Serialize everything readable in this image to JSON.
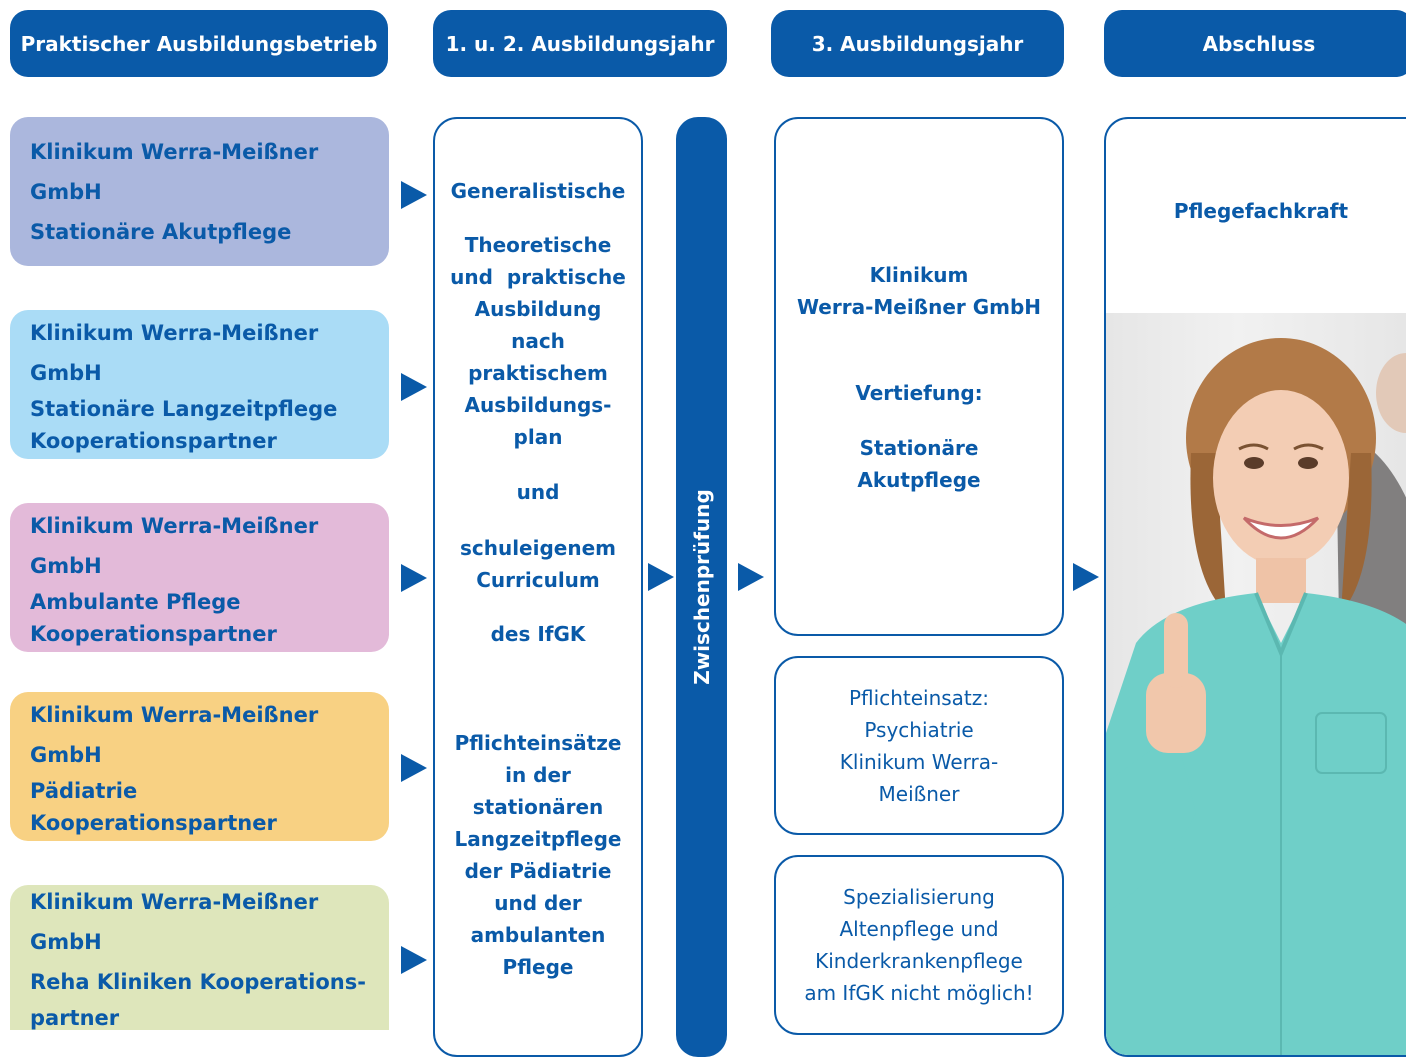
{
  "headers": [
    "Praktischer Ausbildungsbetrieb",
    "1. u. 2. Ausbildungsjahr",
    "3. Ausbildungsjahr",
    "Abschluss"
  ],
  "betriebe": [
    {
      "title": "Klinikum Werra-Meißner GmbH",
      "lines": [
        "Stationäre Akutpflege"
      ],
      "color": "#abb7dd"
    },
    {
      "title": "Klinikum Werra-Meißner GmbH",
      "lines": [
        "Stationäre Langzeitpflege",
        "Kooperationspartner"
      ],
      "color": "#aadcf6"
    },
    {
      "title": "Klinikum Werra-Meißner GmbH",
      "lines": [
        "Ambulante Pflege",
        "Kooperationspartner"
      ],
      "color": "#e3bad9"
    },
    {
      "title": "Klinikum Werra-Meißner GmbH",
      "lines": [
        "Pädiatrie",
        "Kooperationspartner"
      ],
      "color": "#f8d183"
    },
    {
      "title": "Klinikum Werra-Meißner GmbH",
      "lines": [
        "Reha Kliniken Kooperations-",
        "partner"
      ],
      "color": "#dee6bb"
    }
  ],
  "jahr12": {
    "generalistische": "Generalistische",
    "ausbildung_lines": [
      "Theoretische",
      "und  praktische",
      "Ausbildung",
      "nach",
      "praktischem",
      "Ausbildungs-",
      "plan"
    ],
    "und": "und",
    "curriculum_lines": [
      "schuleigenem",
      "Curriculum"
    ],
    "ifgk": "des IfGK",
    "einsaetze_lines": [
      "Pflichteinsätze",
      "in der",
      "stationären",
      "Langzeitpflege",
      "der Pädiatrie",
      "und der",
      "ambulanten",
      "Pflege"
    ]
  },
  "zwischenpruefung": "Zwischenprüfung",
  "jahr3": {
    "main_lines": [
      "Klinikum",
      "Werra-Meißner GmbH"
    ],
    "vertiefung": "Vertiefung:",
    "vertiefung_lines": [
      "Stationäre",
      "Akutpflege"
    ],
    "pflicht_lines": [
      "Pflichteinsatz:",
      "Psychiatrie",
      "Klinikum Werra-",
      "Meißner"
    ],
    "spezial_lines": [
      "Spezialisierung",
      "Altenpflege und",
      "Kinderkrankenpflege",
      "am IfGK nicht möglich!"
    ]
  },
  "abschluss": {
    "title": "Pflegefachkraft"
  },
  "colors": {
    "brand": "#0a5aa8",
    "scrub": "#6fcfc8"
  }
}
